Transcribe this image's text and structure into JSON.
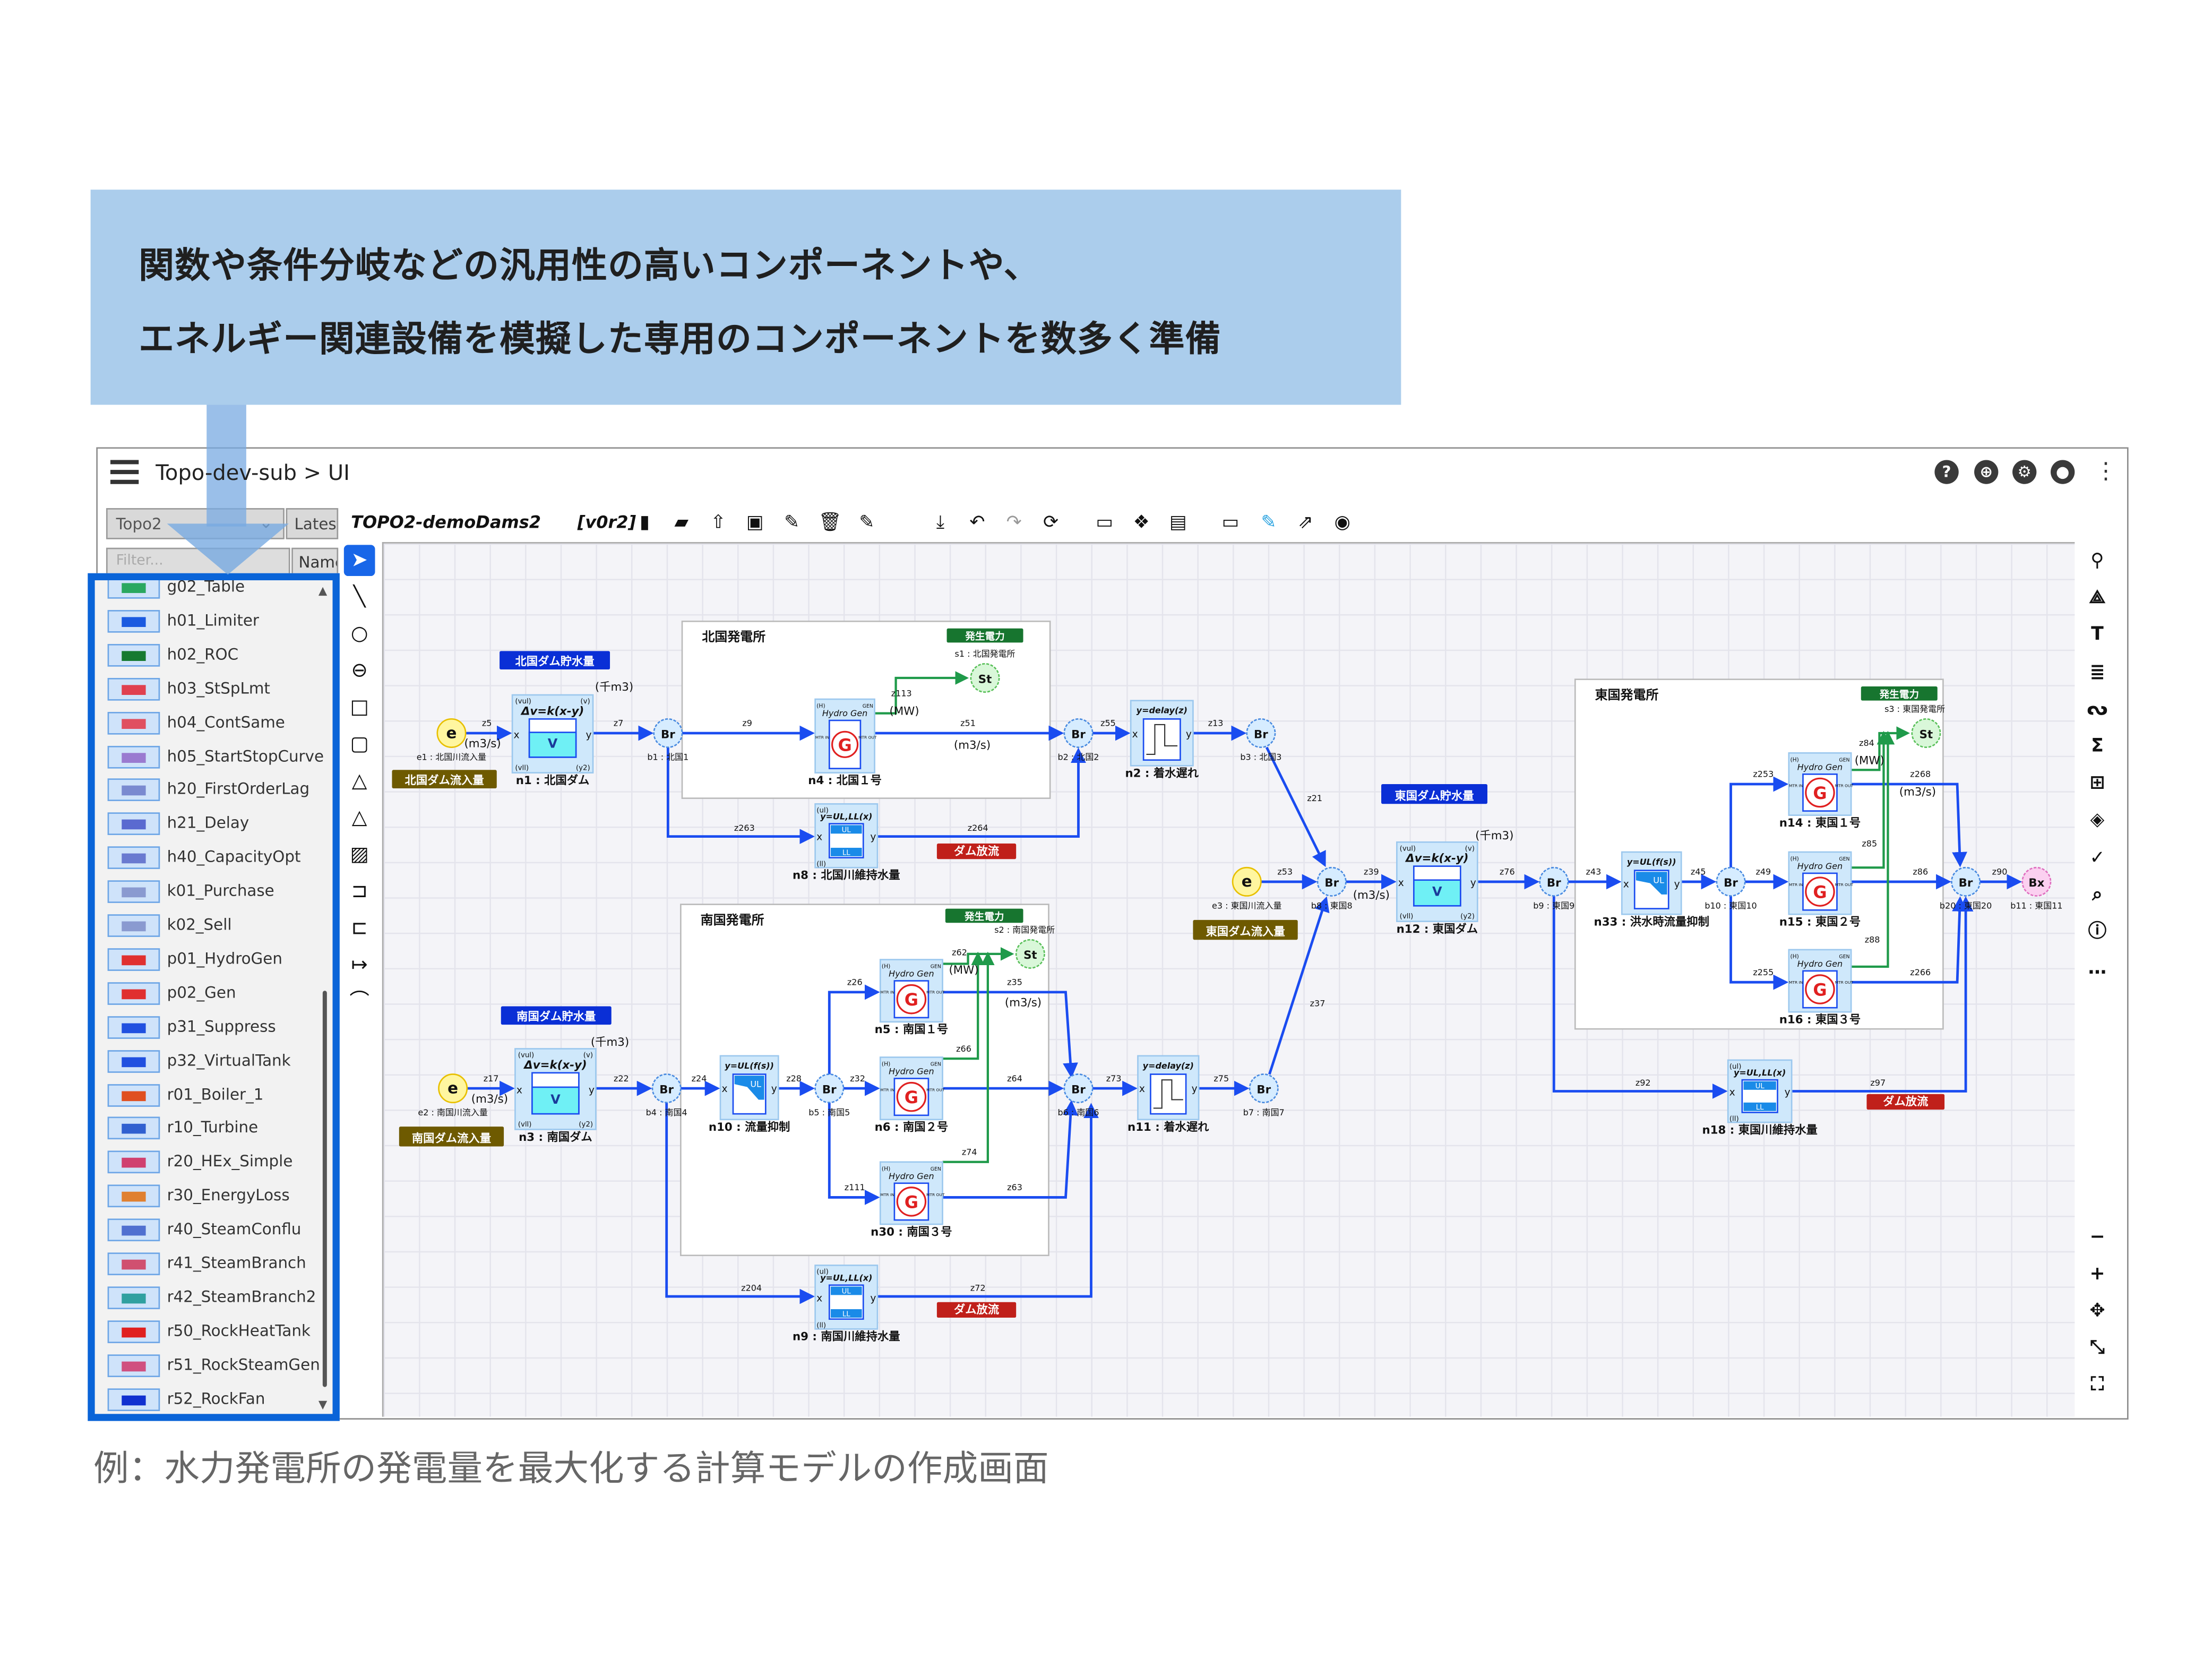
{
  "callout": {
    "line1": "関数や条件分岐などの汎用性の高いコンポーネントや、",
    "line2": "エネルギー関連設備を模擬した専用のコンポーネントを数多く準備"
  },
  "caption": "例：水力発電所の発電量を最大化する計算モデルの作成画面",
  "header": {
    "breadcrumb": "Topo-dev-sub > UI",
    "icons": [
      {
        "name": "help-icon",
        "glyph": "?"
      },
      {
        "name": "globe-icon",
        "glyph": "⊕"
      },
      {
        "name": "gear-icon",
        "glyph": "⚙"
      },
      {
        "name": "account-icon",
        "glyph": "●"
      }
    ],
    "more_glyph": "⋮"
  },
  "library": {
    "project_select": "Topo2",
    "version_select": "Latest",
    "filter_placeholder": "Filter...",
    "sort_select": "Name",
    "items": [
      "g02_Table",
      "h01_Limiter",
      "h02_ROC",
      "h03_StSpLmt",
      "h04_ContSame",
      "h05_StartStopCurve",
      "h20_FirstOrderLag",
      "h21_Delay",
      "h40_CapacityOpt",
      "k01_Purchase",
      "k02_Sell",
      "p01_HydroGen",
      "p02_Gen",
      "p31_Suppress",
      "p32_VirtualTank",
      "r01_Boiler_1",
      "r10_Turbine",
      "r20_HEx_Simple",
      "r30_EnergyLoss",
      "r40_SteamConflu",
      "r41_SteamBranch",
      "r42_SteamBranch2",
      "r50_RockHeatTank",
      "r51_RockSteamGen",
      "r52_RockFan"
    ]
  },
  "toolbar": {
    "doc_title": "TOPO2-demoDams2",
    "version": "[v0r2]",
    "icons": [
      {
        "name": "new-file-icon",
        "glyph": "▮"
      },
      {
        "name": "open-folder-icon",
        "glyph": "▰"
      },
      {
        "name": "upload-icon",
        "glyph": "⇧"
      },
      {
        "name": "save-icon",
        "glyph": "▣"
      },
      {
        "name": "save-as-icon",
        "glyph": "✎"
      },
      {
        "name": "delete-icon",
        "glyph": "🗑"
      },
      {
        "name": "edit-icon",
        "glyph": "✎"
      },
      {
        "name": "download-icon",
        "glyph": "⤓"
      },
      {
        "name": "undo-icon",
        "glyph": "↶"
      },
      {
        "name": "redo-icon",
        "glyph": "↷"
      },
      {
        "name": "refresh-icon",
        "glyph": "⟳"
      },
      {
        "name": "monitor-icon",
        "glyph": "▭"
      },
      {
        "name": "cubes-icon",
        "glyph": "❖"
      },
      {
        "name": "clipboard-icon",
        "glyph": "▤"
      },
      {
        "name": "window-icon",
        "glyph": "▭"
      },
      {
        "name": "edit-active-icon",
        "glyph": "✎"
      },
      {
        "name": "export-icon",
        "glyph": "⇗"
      },
      {
        "name": "camera-icon",
        "glyph": "◉"
      }
    ]
  },
  "palette": [
    {
      "name": "select-pointer-icon",
      "glyph": "➤"
    },
    {
      "name": "line-tool-icon",
      "glyph": "╲"
    },
    {
      "name": "circle-tool-icon",
      "glyph": "○"
    },
    {
      "name": "half-circle-tool-icon",
      "glyph": "⊖"
    },
    {
      "name": "rectangle-tool-icon",
      "glyph": "□"
    },
    {
      "name": "rounded-rect-tool-icon",
      "glyph": "▢"
    },
    {
      "name": "triangle-tool-icon",
      "glyph": "△"
    },
    {
      "name": "triangle-outline-tool-icon",
      "glyph": "△"
    },
    {
      "name": "image-tool-icon",
      "glyph": "▨"
    },
    {
      "name": "connector-tool-icon",
      "glyph": "⊐"
    },
    {
      "name": "connector2-tool-icon",
      "glyph": "⊏"
    },
    {
      "name": "arrow-line-tool-icon",
      "glyph": "↦"
    },
    {
      "name": "curve-tool-icon",
      "glyph": "⌒"
    }
  ],
  "rightbar": [
    {
      "name": "location-pin-icon",
      "glyph": "⚲"
    },
    {
      "name": "shapes-icon",
      "glyph": "⟁"
    },
    {
      "name": "text-icon",
      "glyph": "T"
    },
    {
      "name": "database-icon",
      "glyph": "≣"
    },
    {
      "name": "route-icon",
      "glyph": "ᔓ"
    },
    {
      "name": "sigma-icon",
      "glyph": "Σ"
    },
    {
      "name": "hierarchy-icon",
      "glyph": "⊞"
    },
    {
      "name": "layers-icon",
      "glyph": "◈"
    },
    {
      "name": "check-circle-icon",
      "glyph": "✓"
    },
    {
      "name": "search-icon",
      "glyph": "⌕"
    },
    {
      "name": "info-icon",
      "glyph": "ⓘ"
    },
    {
      "name": "more-icon",
      "glyph": "…"
    }
  ],
  "zoombar": [
    {
      "name": "zoom-out-icon",
      "glyph": "−"
    },
    {
      "name": "zoom-in-icon",
      "glyph": "+"
    },
    {
      "name": "pan-icon",
      "glyph": "✥"
    },
    {
      "name": "fit-icon",
      "glyph": "⤡"
    },
    {
      "name": "fullscreen-icon",
      "glyph": "⛶"
    }
  ],
  "colors": {
    "accent": "#0a64d8",
    "edge": "#1a4cf0",
    "power_edge": "#1f9a4a",
    "storage_tag": "#0a2fd6",
    "inflow_tag": "#6e5a00",
    "release_tag": "#c0201a",
    "power_badge": "#17752f",
    "block_fill": "#cfe8fb",
    "callout": "#abcdec"
  },
  "diagram": {
    "units": {
      "flow": "(m3/s)",
      "volume": "(千m3)",
      "power": "(MW)"
    },
    "ports": {
      "x": "x",
      "y": "y",
      "vul": "(vul)",
      "v": "(v)",
      "vll": "(vll)",
      "y2": "(y2)",
      "ul": "(ul)",
      "ll": "(ll)",
      "h": "(H)",
      "gen": "GEN",
      "mtr_in": "MTR IN",
      "mtr_out": "MTR OUT"
    },
    "formulas": {
      "tank": "Δv=k(x-y)",
      "limiter": "y=UL,LL(x)",
      "flow_limit": "y=UL(f(s))",
      "delay": "y=delay(z)",
      "hydro": "Hydro Gen"
    },
    "glyphs": {
      "source": "e",
      "branch": "Br",
      "sink": "St",
      "terminal": "Bx",
      "gen": "G",
      "tank": "V",
      "ul": "UL",
      "ll": "LL"
    },
    "plants": {
      "north": {
        "title": "北国発電所",
        "badge": "発生電力"
      },
      "south": {
        "title": "南国発電所",
        "badge": "発生電力"
      },
      "east": {
        "title": "東国発電所",
        "badge": "発生電力"
      }
    },
    "tags": {
      "north_storage": "北国ダム貯水量",
      "north_inflow": "北国ダム流入量",
      "north_release": "ダム放流",
      "south_storage": "南国ダム貯水量",
      "south_inflow": "南国ダム流入量",
      "south_release": "ダム放流",
      "east_storage": "東国ダム貯水量",
      "east_inflow": "東国ダム流入量",
      "east_release": "ダム放流"
    },
    "node_labels": {
      "e1": "e1 : 北国川流入量",
      "n1": "n1 : 北国ダム",
      "b1": "b1 : 北国1",
      "s1": "s1 : 北国発電所",
      "n4": "n4 : 北国１号",
      "b2": "b2 : 北国2",
      "n2": "n2 : 着水遅れ",
      "b3": "b3 : 北国3",
      "n8": "n8 : 北国川維持水量",
      "e2": "e2 : 南国川流入量",
      "n3": "n3 : 南国ダム",
      "b4": "b4 : 南国4",
      "n10": "n10 : 流量抑制",
      "b5": "b5 : 南国5",
      "n5": "n5 : 南国１号",
      "n6": "n6 : 南国２号",
      "n30": "n30 : 南国３号",
      "s2": "s2 : 南国発電所",
      "b6": "b6 : 南国6",
      "n11": "n11 : 着水遅れ",
      "b7": "b7 : 南国7",
      "n9": "n9 : 南国川維持水量",
      "e3": "e3 : 東国川流入量",
      "b8": "b8 : 東国8",
      "n12": "n12 : 東国ダム",
      "b9": "b9 : 東国9",
      "n33": "n33 : 洪水時流量抑制",
      "b10": "b10 : 東国10",
      "n14": "n14 : 東国１号",
      "n15": "n15 : 東国２号",
      "n16": "n16 : 東国３号",
      "s3": "s3 : 東国発電所",
      "b20": "b20 : 東国20",
      "b11": "b11 : 東国11",
      "n18": "n18 : 東国川維持水量"
    },
    "edge_labels": {
      "z5": "z5",
      "z7": "z7",
      "z9": "z9",
      "z51": "z51",
      "z55": "z55",
      "z13": "z13",
      "z263": "z263",
      "z264": "z264",
      "z113": "z113",
      "z17": "z17",
      "z22": "z22",
      "z24": "z24",
      "z28": "z28",
      "z26": "z26",
      "z32": "z32",
      "z111": "z111",
      "z35": "z35",
      "z64": "z64",
      "z63": "z63",
      "z73": "z73",
      "z75": "z75",
      "z204": "z204",
      "z72": "z72",
      "z62": "z62",
      "z66": "z66",
      "z74": "z74",
      "z21": "z21",
      "z37": "z37",
      "z53": "z53",
      "z39": "z39",
      "z76": "z76",
      "z43": "z43",
      "z45": "z45",
      "z253": "z253",
      "z49": "z49",
      "z255": "z255",
      "z268": "z268",
      "z86": "z86",
      "z266": "z266",
      "z90": "z90",
      "z92": "z92",
      "z97": "z97",
      "z84": "z84",
      "z85": "z85",
      "z88": "z88"
    }
  }
}
